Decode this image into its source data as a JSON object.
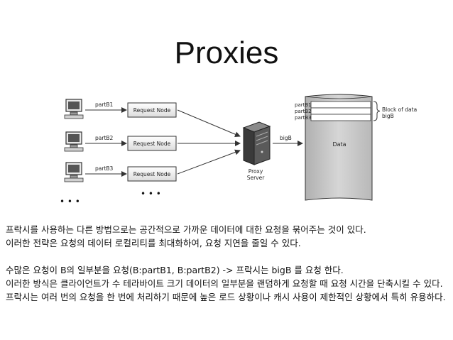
{
  "slide": {
    "title": "Proxies",
    "diagram": {
      "clients": [
        {
          "part_label": "partB1",
          "node_label": "Request Node"
        },
        {
          "part_label": "partB2",
          "node_label": "Request Node"
        },
        {
          "part_label": "partB3",
          "node_label": "Request Node"
        }
      ],
      "ellipsis_left": "• • •",
      "ellipsis_nodes": "• • •",
      "proxy_label_line1": "Proxy",
      "proxy_label_line2": "Server",
      "proxy_link_label": "bigB",
      "data_label": "Data",
      "data_parts": [
        "partB1",
        "partB2",
        "partB3"
      ],
      "brace_label_line1": "Block of data",
      "brace_label_line2": "bigB",
      "icons": [
        "computer-icon",
        "server-icon"
      ]
    },
    "paragraphs": [
      "프락시를 사용하는 다른 방법으로는 공간적으로 가까운 데이터에 대한 요청을 묶어주는 것이 있다.",
      "이러한 전략은 요청의 데이터 로컬리티를 최대화하여, 요청 지연을 줄일 수 있다.",
      "수많은 요청이 B의 일부분을 요청(B:partB1, B:partB2) -> 프락시는 bigB 를 요청 한다.",
      "이러한 방식은 클라이언트가 수 테라바이트 크기 데이터의 일부분을 랜덤하게 요청할 때 요청 시간을 단축시킬 수 있다.",
      "프락시는 여러 번의 요청을 한 번에 처리하기 때문에 높은 로드 상황이나 캐시 사용이 제한적인 상황에서 특히 유용하다."
    ]
  }
}
